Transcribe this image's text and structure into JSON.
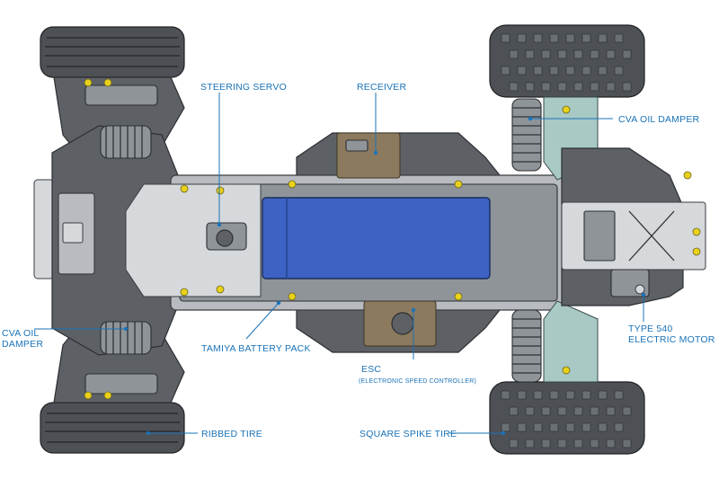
{
  "labels": {
    "steering_servo": "STEERING SERVO",
    "receiver": "RECEIVER",
    "cva_oil_damper_rear": "CVA OIL DAMPER",
    "cva_oil_damper_front_line1": "CVA OIL",
    "cva_oil_damper_front_line2": "DAMPER",
    "tamiya_battery_pack": "TAMIYA BATTERY PACK",
    "esc": "ESC",
    "esc_full": "(ELECTRONIC SPEED CONTROLLER)",
    "type540_line1": "TYPE 540",
    "type540_line2": "ELECTRIC MOTOR",
    "ribbed_tire": "RIBBED TIRE",
    "square_spike_tire": "SQUARE SPIKE TIRE"
  },
  "colors": {
    "label_blue": "#1a73b8",
    "battery_blue": "#3d62c4",
    "bolt_yellow": "#e8d11a",
    "chassis_gray": "#5d6166",
    "frame_light": "#b8bcc0",
    "teal_part": "#a8c9c4"
  }
}
